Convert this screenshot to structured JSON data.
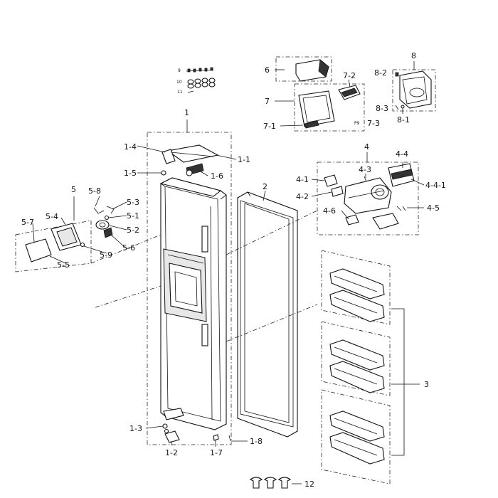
{
  "diagram": {
    "labels": {
      "p1": "1",
      "p1_1": "1-1",
      "p1_2": "1-2",
      "p1_3": "1-3",
      "p1_4": "1-4",
      "p1_5": "1-5",
      "p1_6": "1-6",
      "p1_7": "1-7",
      "p1_8": "1-8",
      "p2": "2",
      "p3": "3",
      "p4": "4",
      "p4_1": "4-1",
      "p4_2": "4-2",
      "p4_3": "4-3",
      "p4_4": "4-4",
      "p4_4_1": "4-4-1",
      "p4_5": "4-5",
      "p4_6": "4-6",
      "p5": "5",
      "p5_1": "5-1",
      "p5_2": "5-2",
      "p5_3": "5-3",
      "p5_4": "5-4",
      "p5_5": "5-5",
      "p5_6": "5-6",
      "p5_7": "5-7",
      "p5_8": "5-8",
      "p5_9": "5-9",
      "p6": "6",
      "p7": "7",
      "p7_1": "7-1",
      "p7_2": "7-2",
      "p7_3": "7-3",
      "p8": "8",
      "p8_1": "8-1",
      "p8_2": "8-2",
      "p8_3": "8-3",
      "p9": "9",
      "p10": "10",
      "p11": "11",
      "p12": "12",
      "p9_small": "P9"
    }
  }
}
